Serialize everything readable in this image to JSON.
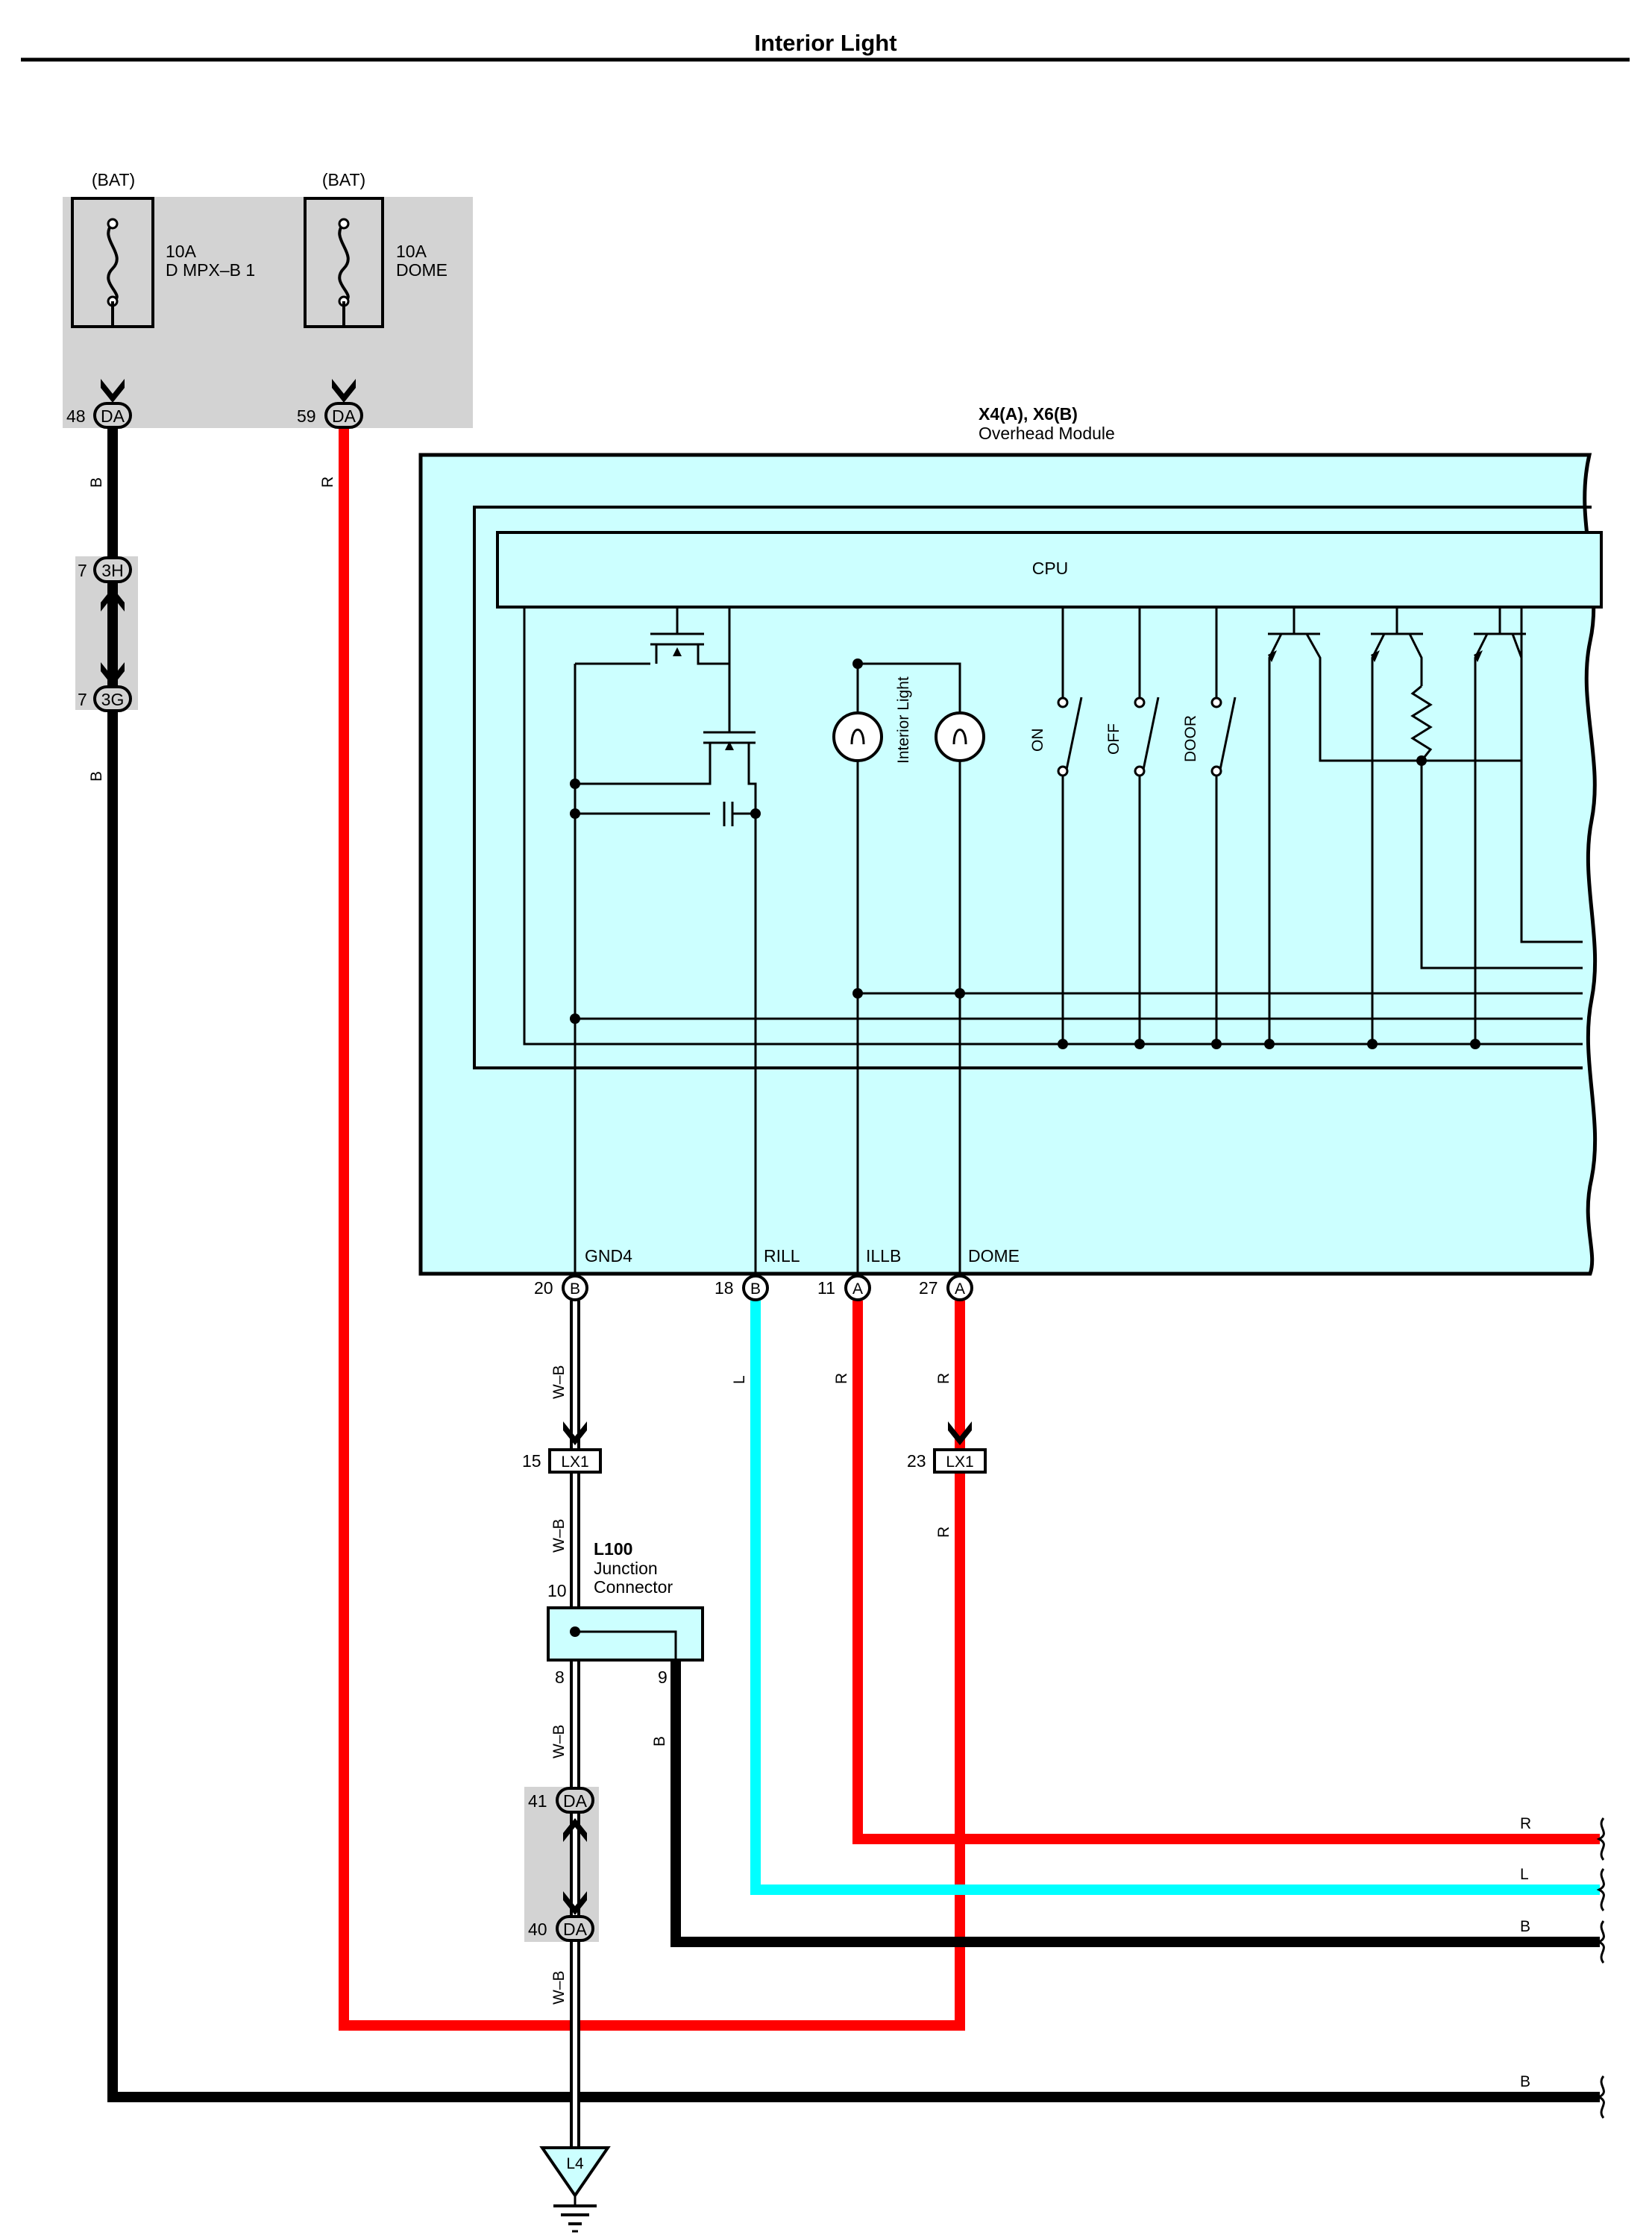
{
  "title": "Interior Light",
  "fuses": [
    {
      "source": "(BAT)",
      "rating": "10A",
      "name": "D MPX–B 1",
      "pin": "48",
      "connector": "DA",
      "wire": "B"
    },
    {
      "source": "(BAT)",
      "rating": "10A",
      "name": "DOME",
      "pin": "59",
      "connector": "DA",
      "wire": "R"
    }
  ],
  "splice_3": {
    "top_pin": "7",
    "top_conn": "3H",
    "bottom_pin": "7",
    "bottom_conn": "3G",
    "wire_below": "B"
  },
  "module": {
    "code": "X4(A), X6(B)",
    "name": "Overhead Module",
    "cpu": "CPU",
    "light_label": "Interior Light",
    "switches": [
      "ON",
      "OFF",
      "DOOR"
    ],
    "terminals": [
      {
        "name": "GND4",
        "pin": "20",
        "conn": "B",
        "wire": "W–B"
      },
      {
        "name": "RILL",
        "pin": "18",
        "conn": "B",
        "wire": "L"
      },
      {
        "name": "ILLB",
        "pin": "11",
        "conn": "A",
        "wire": "R"
      },
      {
        "name": "DOME",
        "pin": "27",
        "conn": "A",
        "wire": "R"
      }
    ]
  },
  "lx1": [
    {
      "pin": "15",
      "conn": "LX1",
      "wire_below": "W–B"
    },
    {
      "pin": "23",
      "conn": "LX1",
      "wire_below": "R"
    }
  ],
  "junction": {
    "code": "L100",
    "name1": "Junction",
    "name2": "Connector",
    "pin_in": "10",
    "pin_out_a": "8",
    "pin_out_b": "9",
    "wire_a": "W–B",
    "wire_b": "B"
  },
  "da_splice": {
    "top_pin": "41",
    "top_conn": "DA",
    "bottom_pin": "40",
    "bottom_conn": "DA",
    "wire_below": "W–B"
  },
  "ground": "L4",
  "right_wires": [
    "R",
    "L",
    "B",
    "B"
  ],
  "colors": {
    "red": "#ff0000",
    "blue": "#00ffff",
    "black": "#000000",
    "module_fill": "#ccffff",
    "shade": "#d3d3d3"
  }
}
